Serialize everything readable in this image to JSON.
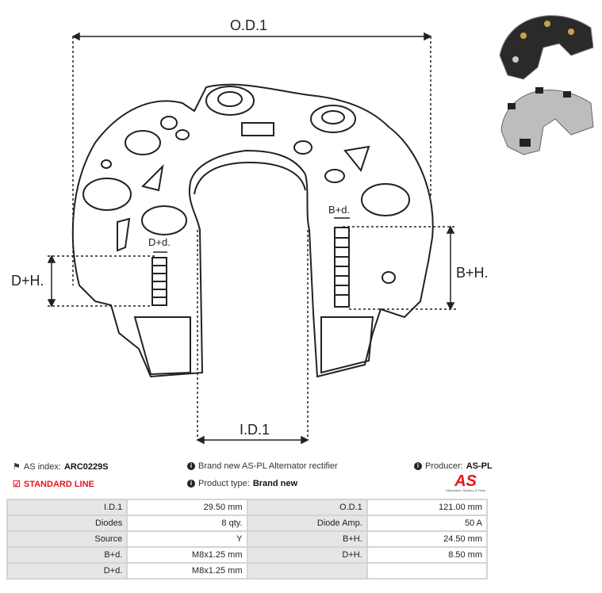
{
  "drawing": {
    "od_label": "O.D.1",
    "id_label": "I.D.1",
    "dh_label": "D+H.",
    "bh_label": "B+H.",
    "dd_label": "D+d.",
    "bd_label": "B+d."
  },
  "info": {
    "as_index_label": "AS index:",
    "as_index_value": "ARC0229S",
    "line_label": "STANDARD LINE",
    "description": "Brand new AS-PL Alternator rectifier",
    "product_type_label": "Product type:",
    "product_type_value": "Brand new",
    "producer_label": "Producer:",
    "producer_value": "AS-PL",
    "logo_text": "AS",
    "logo_tagline": "Alternators, Starters & Parts"
  },
  "specs": [
    [
      "I.D.1",
      "29.50 mm",
      "O.D.1",
      "121.00 mm"
    ],
    [
      "Diodes",
      "8 qty.",
      "Diode Amp.",
      "50 A"
    ],
    [
      "Source",
      "Y",
      "B+H.",
      "24.50 mm"
    ],
    [
      "B+d.",
      "M8x1.25 mm",
      "D+H.",
      "8.50 mm"
    ],
    [
      "D+d.",
      "M8x1.25 mm",
      "",
      ""
    ]
  ],
  "colors": {
    "accent": "#e8141c"
  }
}
